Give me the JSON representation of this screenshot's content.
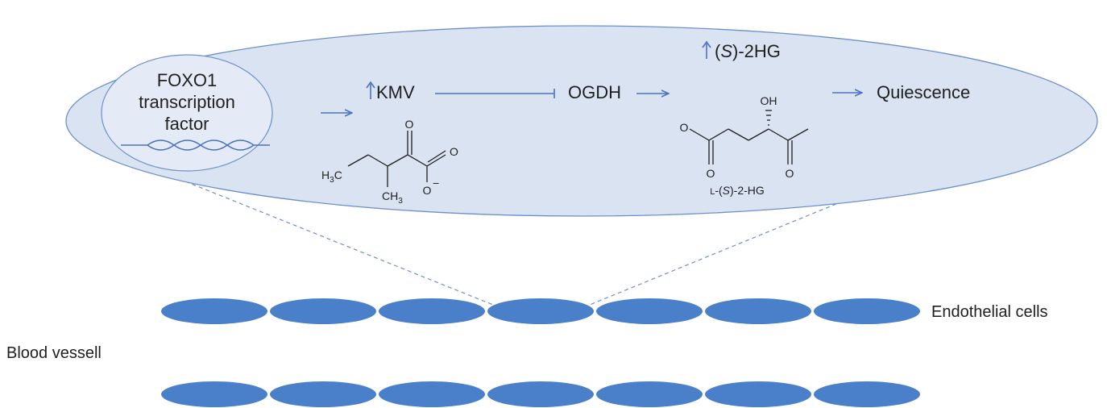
{
  "pathway": {
    "foxo1_line1": "FOXO1",
    "foxo1_line2": "transcription",
    "foxo1_line3": "factor",
    "kmv_label": "KMV",
    "ogdh_label": "OGDH",
    "s2hg_paren_open": "(",
    "s2hg_s": "S",
    "s2hg_rest": ")-2HG",
    "quiescence_label": "Quiescence"
  },
  "kmv_structure": {
    "atom_o_top": "O",
    "atom_o_right": "O",
    "atom_o_bottom": "O",
    "charge": "−",
    "h3c_h": "H",
    "h3c_sub": "3",
    "h3c_c": "C",
    "ch3_ch": "CH",
    "ch3_sub": "3"
  },
  "s2hg_structure": {
    "atom_oh": "OH",
    "atom_o_left": "O",
    "atom_o_bottom_left": "O",
    "atom_o_bottom_right": "O",
    "caption_l": "L",
    "caption_mid": "-(",
    "caption_s": "S",
    "caption_end": ")-2-HG"
  },
  "vessel": {
    "endothelial_label": "Endothelial cells",
    "vessel_label": "Blood vessell"
  },
  "colors": {
    "ellipse_fill": "#d9e3f2",
    "ellipse_stroke": "#6f8fc8",
    "nucleus_fill": "#e4ebf6",
    "arrow": "#4a72c0",
    "cell_fill": "#4a7fc9",
    "text": "#1f1f1f"
  }
}
